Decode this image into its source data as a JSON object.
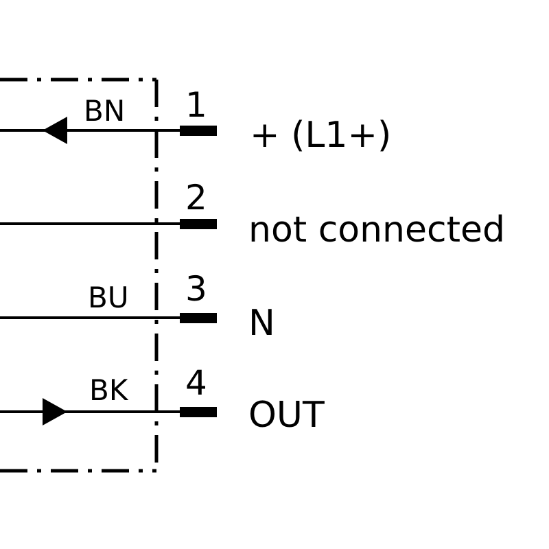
{
  "colors": {
    "ink": "#000000",
    "background": "#ffffff"
  },
  "pins": [
    {
      "number": "1",
      "wire_color": "BN",
      "signal": "+ (L1+)",
      "arrow": "in"
    },
    {
      "number": "2",
      "wire_color": "",
      "signal": "not connected",
      "arrow": "none"
    },
    {
      "number": "3",
      "wire_color": "BU",
      "signal": "N",
      "arrow": "none"
    },
    {
      "number": "4",
      "wire_color": "BK",
      "signal": "OUT",
      "arrow": "out"
    }
  ]
}
